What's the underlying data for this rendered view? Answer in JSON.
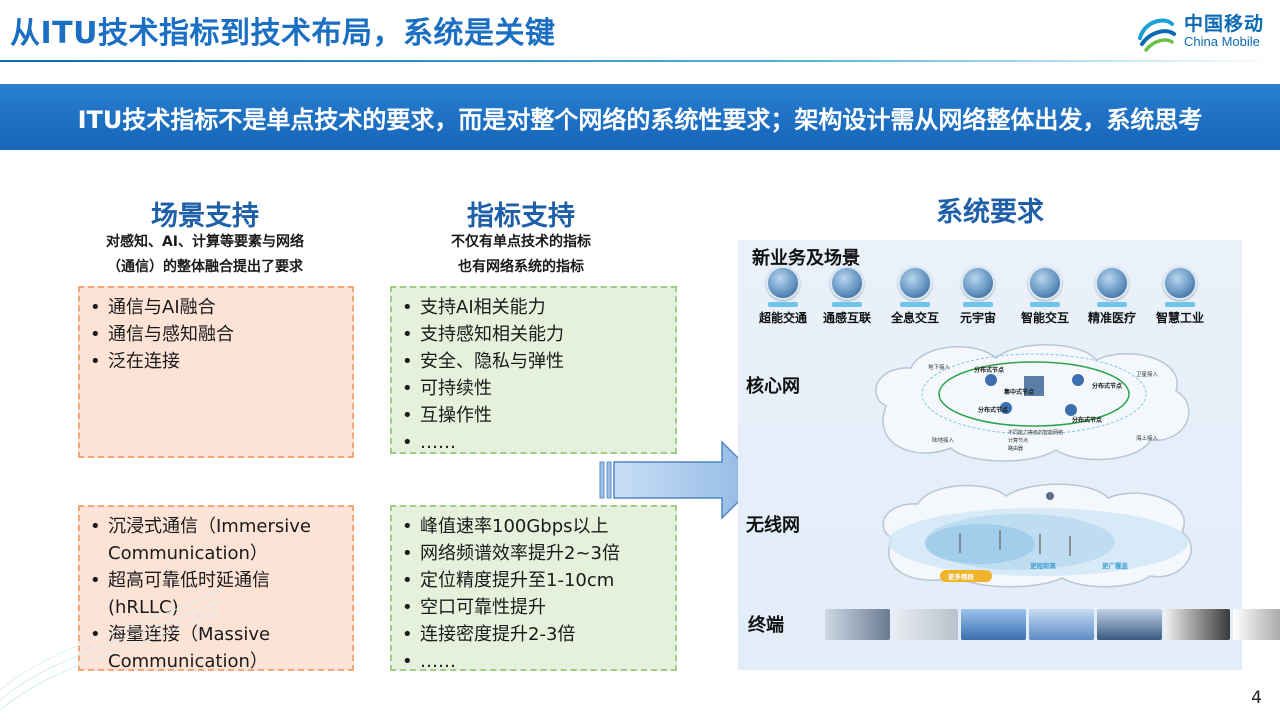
{
  "header": {
    "title": "从ITU技术指标到技术布局，系统是关键",
    "logo_cn": "中国移动",
    "logo_en": "China Mobile"
  },
  "banner": "ITU技术指标不是单点技术的要求，而是对整个网络的系统性要求；架构设计需从网络整体出发，系统思考",
  "columns": {
    "scenario": {
      "heading": "场景支持",
      "sub_lines": [
        "对感知、AI、计算等要素与网络",
        "（通信）的整体融合提出了要求"
      ],
      "box1": [
        "通信与AI融合",
        "通信与感知融合",
        "泛在连接"
      ],
      "box2": [
        "沉浸式通信（Immersive Communication）",
        "超高可靠低时延通信 (hRLLC)",
        "海量连接（Massive Communication）"
      ]
    },
    "metric": {
      "heading": "指标支持",
      "sub_lines": [
        "不仅有单点技术的指标",
        "也有网络系统的指标"
      ],
      "box1": [
        "支持AI相关能力",
        "支持感知相关能力",
        "安全、隐私与弹性",
        "可持续性",
        "互操作性",
        "……"
      ],
      "box2": [
        "峰值速率100Gbps以上",
        "网络频谱效率提升2~3倍",
        "定位精度提升至1-10cm",
        "空口可靠性提升",
        "连接密度提升2-3倍",
        "……"
      ]
    }
  },
  "system": {
    "heading": "系统要求",
    "sections": {
      "scenarios": "新业务及场景",
      "core": "核心网",
      "wireless": "无线网",
      "terminal": "终端"
    },
    "scenario_items": [
      "超能交通",
      "通感互联",
      "全息交互",
      "元宇宙",
      "智能交互",
      "精准医疗",
      "智慧工业"
    ],
    "core_labels": {
      "central": "集中式节点",
      "distributed": "分布式节点",
      "legend": [
        "不同能力等级的智能网络",
        "计算节点",
        "路由器"
      ],
      "access": [
        "地下接入",
        "卫星接入",
        "陆地接入",
        "海上接入"
      ]
    },
    "wireless_labels": [
      "更短距离",
      "更广覆盖",
      "更多频段"
    ]
  },
  "colors": {
    "title_blue": "#1a6fc2",
    "banner_blue": "#1565b8",
    "orange_fill": "#fde3d6",
    "green_fill": "#e5f1dc"
  },
  "page_number": "4"
}
